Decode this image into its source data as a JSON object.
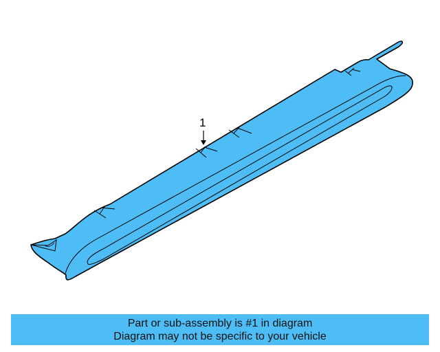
{
  "diagram": {
    "part_fill_color": "#4fbdf5",
    "outline_color": "#000000",
    "callouts": [
      {
        "number": "1"
      }
    ]
  },
  "banner": {
    "background_color": "#4fbdf5",
    "line1": "Part or sub-assembly is #1 in diagram",
    "line2": "Diagram may not be specific to your vehicle"
  }
}
